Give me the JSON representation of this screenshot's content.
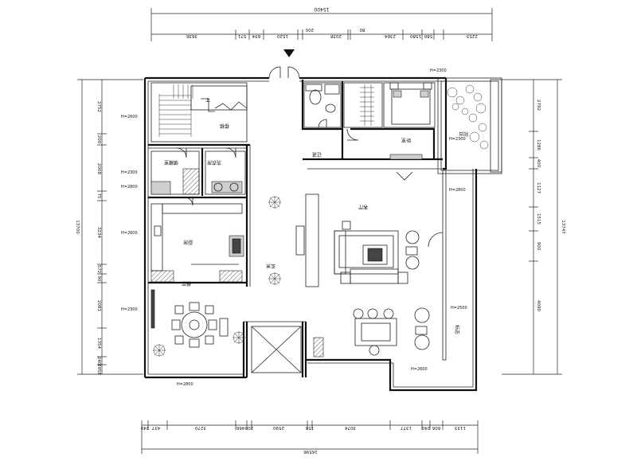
{
  "dimensions": {
    "top_total": "15400",
    "top": [
      "3636",
      "571",
      "634",
      "1520",
      "200",
      "2038",
      "80",
      "2364",
      "1580",
      "580",
      "2253"
    ],
    "bottom_total": "16596",
    "bottom": [
      "240",
      "437",
      "3270",
      "466",
      "200",
      "2590",
      "150",
      "3074",
      "1377",
      "240",
      "606",
      "1133"
    ],
    "left_total": "13700",
    "left": [
      "2752",
      "200",
      "2008",
      "75",
      "3234",
      "572",
      "90",
      "2081",
      "1354",
      "240",
      "8958"
    ],
    "right_total": "13747",
    "right": [
      "2792",
      "1286",
      "400",
      "1127",
      "1515",
      "900",
      "4090"
    ]
  },
  "rooms": {
    "bedroom": "卧室",
    "balcony": "阳台",
    "corridor": "过道",
    "living": "客厅",
    "kitchen": "厨房",
    "dining": "餐厅",
    "storage": "储藏室",
    "laundry": "洗衣房",
    "stairs": "楼梯",
    "entry": "玄关",
    "stair_up": "上",
    "sign": "标志"
  },
  "ceiling_marks": [
    "H=2600",
    "H=2300",
    "H=2800",
    "H=2600",
    "H=2300",
    "H=2300",
    "H=2300",
    "H=2800",
    "H=2500",
    "H=2600",
    "H=2800"
  ]
}
